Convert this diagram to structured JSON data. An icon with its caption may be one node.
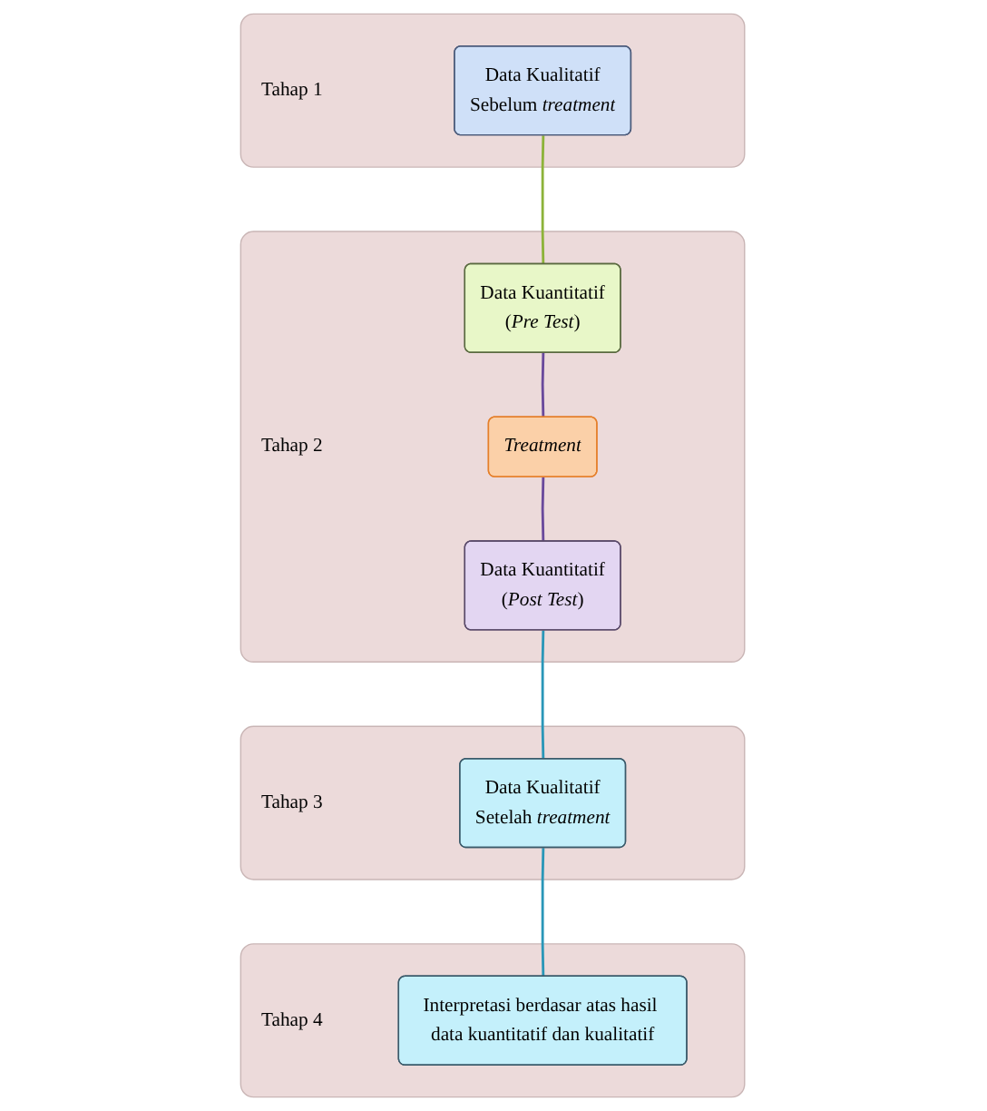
{
  "diagram": {
    "nodes": [
      {
        "text": [
          "Tahap 1"
        ]
      },
      {
        "text": [
          "Data Kualitatif",
          "Sebelum *treatment*"
        ],
        "in": 0
      },
      {
        "text": [
          "Tahap 2"
        ]
      },
      {
        "text": [
          "Data Kuantitatif",
          "(*Pre Test*)"
        ],
        "in": 2
      },
      {
        "text": [
          "Treatment"
        ],
        "in": 2
      },
      {
        "text": [
          "Data Kuantitatif",
          "(*Post Test*)"
        ],
        "in": 2
      },
      {
        "text": [
          "Tahap 3"
        ]
      },
      {
        "text": [
          "Data Kualitatif",
          "Setelah *treatment*"
        ],
        "in": 6
      },
      {
        "text": [
          "Tahap 4"
        ]
      },
      {
        "text": [
          "Interpretasi berdasar atas hasil data kuantitatif dan kualitatif"
        ],
        "in": 8
      }
    ],
    "edges": [
      {
        "from": 1,
        "to": 3,
        "arrow": "none",
        "color": "#8db33a"
      },
      {
        "from": 3,
        "to": 4,
        "arrow": "none",
        "color": "#6a4a9c"
      },
      {
        "from": 4,
        "to": 5,
        "arrow": "none",
        "color": "#6a4a9c"
      },
      {
        "from": 5,
        "to": 7,
        "arrow": "none",
        "color": "#2a97b8"
      },
      {
        "from": 7,
        "to": 9,
        "arrow": "none",
        "color": "#2a97b8"
      }
    ]
  }
}
